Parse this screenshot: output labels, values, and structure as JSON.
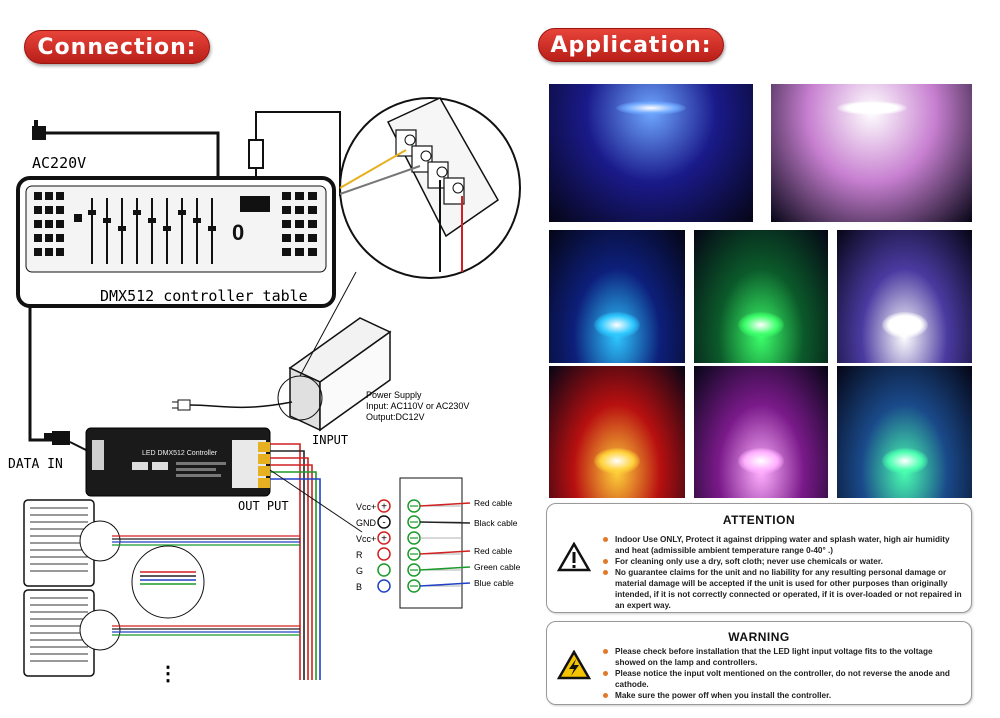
{
  "headers": {
    "connection": "Connection:",
    "application": "Application:"
  },
  "diagram": {
    "ac_label": "AC220V",
    "controller_label": "DMX512 controller table",
    "data_in_label": "DATA IN",
    "decoder_label": "LED DMX512 Controller",
    "output_label": "OUT PUT",
    "input_label": "INPUT",
    "power_supply": {
      "title": "Power Supply",
      "input": "Input: AC110V or AC230V",
      "output": "Output:DC12V"
    },
    "terminals": [
      {
        "label": "Vcc+",
        "symbol": "+",
        "cable": "Red cable",
        "color": "#d12020"
      },
      {
        "label": "GND",
        "symbol": "-",
        "cable": "Black cable",
        "color": "#222222"
      },
      {
        "label": "Vcc+",
        "symbol": "+",
        "cable": "",
        "color": "#d12020"
      },
      {
        "label": "R",
        "symbol": "",
        "cable": "Red cable",
        "color": "#d12020"
      },
      {
        "label": "G",
        "symbol": "",
        "cable": "Green cable",
        "color": "#1a9a2a"
      },
      {
        "label": "B",
        "symbol": "",
        "cable": "Blue cable",
        "color": "#2040c8"
      }
    ],
    "continuation": "⋮"
  },
  "photos": {
    "top": [
      {
        "bg": "#1a1a8a",
        "glow": "#6fa8ff"
      },
      {
        "bg": "#c77fd0",
        "glow": "#ffffff"
      }
    ],
    "grid": [
      {
        "bg": "#0d1f7a",
        "glow": "#2ec8ff"
      },
      {
        "bg": "#0b5a2a",
        "glow": "#3cff6a"
      },
      {
        "bg": "#4a3aa0",
        "glow": "#ffffff"
      },
      {
        "bg": "#b81010",
        "glow": "#ffd23a"
      },
      {
        "bg": "#7a1a8a",
        "glow": "#ffb0ff"
      },
      {
        "bg": "#1a4a8a",
        "glow": "#4affb0"
      }
    ]
  },
  "attention": {
    "title": "ATTENTION",
    "items": [
      "Indoor Use ONLY, Protect it against dripping water and splash water, high air humidity and heat (admissible ambient temperature range 0-40° .)",
      "For cleaning only use a dry, soft cloth; never use chemicals or water.",
      "No guarantee claims for the unit and no liability for any resulting personal damage or material damage will be accepted if the unit is used for other purposes than originally intended, if it is not correctly connected or operated, if it is over-loaded or not repaired in an expert way."
    ]
  },
  "warning": {
    "title": "WARNING",
    "items": [
      "Please check before installation that the LED light input voltage fits to the voltage showed on the lamp and controllers.",
      "Please notice the input volt mentioned on the controller, do not reverse the anode and cathode.",
      "Make sure the power off when you install the controller."
    ]
  }
}
